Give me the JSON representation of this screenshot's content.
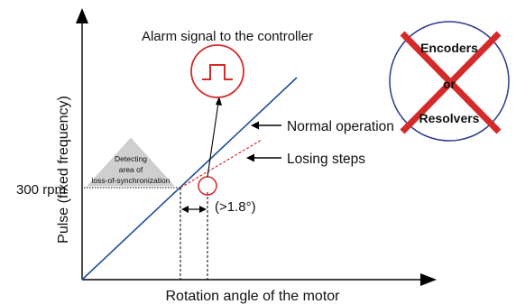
{
  "y_axis_label": "Pulse (fixed frequency)",
  "x_axis_label": "Rotation angle of the motor",
  "rpm_label": "300 rpm",
  "alarm_label": "Alarm signal to the controller",
  "normal_label": "Normal operation",
  "losing_label": "Losing steps",
  "detect_line1": "Detecting",
  "detect_line2": "area of",
  "detect_line3": "loss-of-synchronization",
  "angle_label": "(>1.8°)",
  "enc_word1": "Encoders",
  "enc_word2": "or",
  "enc_word3": "Resolvers",
  "colors": {
    "normal_line": "#1f4e9a",
    "losing_line": "#d42a2a",
    "alarm": "#d42a2a",
    "cross": "#d42a2a",
    "enc_circle": "#2e3a8c",
    "triangle": "#cfcfcf"
  }
}
